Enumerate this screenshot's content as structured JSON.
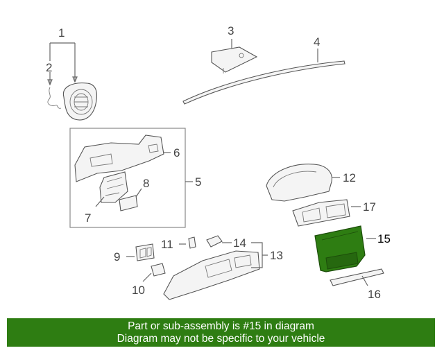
{
  "callouts": {
    "c1": "1",
    "c2": "2",
    "c3": "3",
    "c4": "4",
    "c5": "5",
    "c6": "6",
    "c7": "7",
    "c8": "8",
    "c9": "9",
    "c10": "10",
    "c11": "11",
    "c12": "12",
    "c13": "13",
    "c14": "14",
    "c15": "15",
    "c16": "16",
    "c17": "17"
  },
  "highlight": {
    "part": "15",
    "color": "#2e7d12"
  },
  "banner": {
    "line1": "Part or sub-assembly is #15 in diagram",
    "line2": "Diagram may not be specific to your vehicle",
    "background": "#2e7d12"
  }
}
